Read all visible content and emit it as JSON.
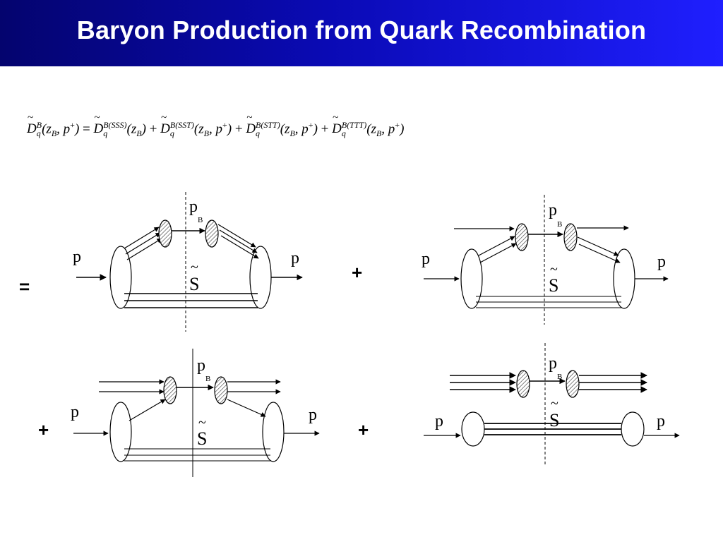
{
  "title": "Baryon Production from Quark Recombination",
  "formula": {
    "lhs_fn": "D",
    "lhs_sub": "q",
    "lhs_sup": "B",
    "lhs_args": "(z",
    "lhs_args_sub": "B",
    "lhs_args_tail": ", p",
    "plus": "+",
    "eq": " = ",
    "term1_sup": "B(SSS)",
    "term1_args": "(z",
    "term1_tail": ")",
    "term2_sup": "B(SST)",
    "term3_sup": "B(STT)",
    "term4_sup": "B(TTT)",
    "op_plus": " + ",
    "close": ")"
  },
  "operators": {
    "eq": "=",
    "plus1": "+",
    "plus2": "+",
    "plus3": "+"
  },
  "labels": {
    "p": "p",
    "pB_main": "p",
    "pB_sub": "B",
    "S": "S",
    "tilde": "~"
  }
}
